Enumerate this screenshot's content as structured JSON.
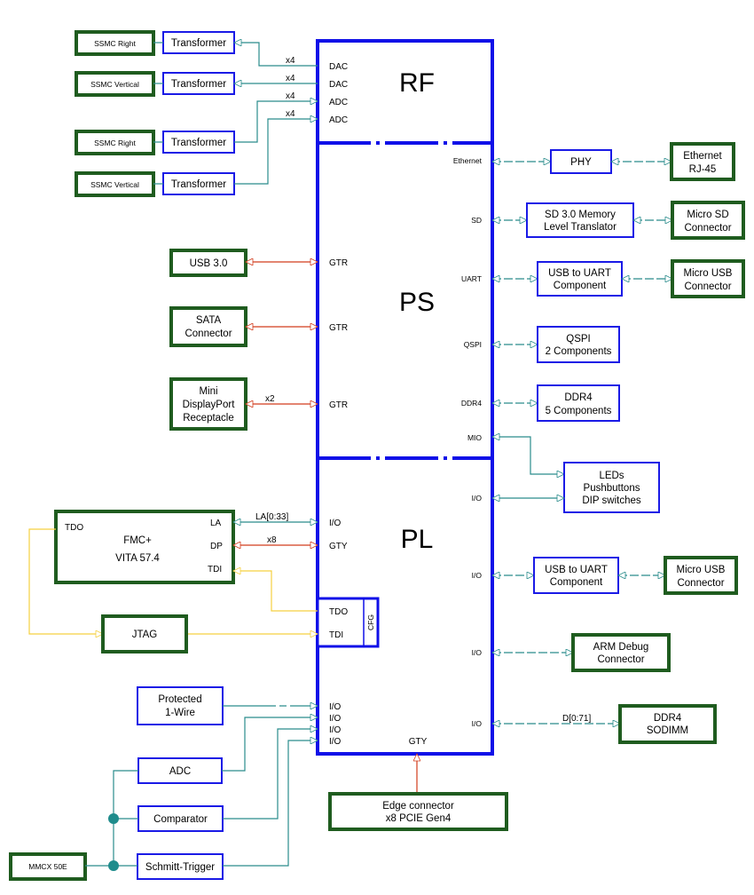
{
  "blocks": {
    "rf": "RF",
    "ps": "PS",
    "pl": "PL",
    "cfg": "CFG"
  },
  "rf_ports": [
    "DAC",
    "DAC",
    "ADC",
    "ADC"
  ],
  "rf_bus": [
    "x4",
    "x4",
    "x4",
    "x4"
  ],
  "rf_left": [
    {
      "conn": "SSMC Right",
      "xf": "Transformer"
    },
    {
      "conn": "SSMC Vertical",
      "xf": "Transformer"
    },
    {
      "conn": "SSMC Right",
      "xf": "Transformer"
    },
    {
      "conn": "SSMC Vertical",
      "xf": "Transformer"
    }
  ],
  "ps_left": [
    {
      "label1": "USB 3.0",
      "label2": "",
      "label3": "",
      "port": "GTR",
      "bus": ""
    },
    {
      "label1": "SATA",
      "label2": "Connector",
      "label3": "",
      "port": "GTR",
      "bus": ""
    },
    {
      "label1": "Mini",
      "label2": "DisplayPort",
      "label3": "Receptacle",
      "port": "GTR",
      "bus": "x2"
    }
  ],
  "ps_right": {
    "ethernet": {
      "port": "Ethernet",
      "phy": "PHY",
      "conn1": "Ethernet",
      "conn2": "RJ-45"
    },
    "sd": {
      "port": "SD",
      "mid1": "SD 3.0 Memory",
      "mid2": "Level Translator",
      "conn1": "Micro SD",
      "conn2": "Connector"
    },
    "uart": {
      "port": "UART",
      "mid1": "USB to UART",
      "mid2": "Component",
      "conn1": "Micro USB",
      "conn2": "Connector"
    },
    "qspi": {
      "port": "QSPI",
      "mid1": "QSPI",
      "mid2": "2 Components"
    },
    "ddr4": {
      "port": "DDR4",
      "mid1": "DDR4",
      "mid2": "5 Components"
    },
    "mio": {
      "port": "MIO"
    }
  },
  "pl_right": {
    "leds": {
      "port": "I/O",
      "l1": "LEDs",
      "l2": "Pushbuttons",
      "l3": "DIP switches"
    },
    "uart": {
      "port": "I/O",
      "mid1": "USB to UART",
      "mid2": "Component",
      "conn1": "Micro USB",
      "conn2": "Connector"
    },
    "arm": {
      "port": "I/O",
      "l1": "ARM Debug",
      "l2": "Connector"
    },
    "sodimm": {
      "port": "I/O",
      "bus": "D[0:71]",
      "l1": "DDR4",
      "l2": "SODIMM"
    }
  },
  "fmc": {
    "title1": "FMC+",
    "title2": "VITA 57.4",
    "pin_la": "LA",
    "pin_dp": "DP",
    "pin_tdi": "TDI",
    "pin_tdo": "TDO",
    "bus_la": "LA[0:33]",
    "bus_dp": "x8",
    "port_la": "I/O",
    "port_dp": "GTY"
  },
  "jtag": {
    "label": "JTAG",
    "tdo": "TDO",
    "tdi": "TDI"
  },
  "pl_left_io": [
    "I/O",
    "I/O",
    "I/O",
    "I/O"
  ],
  "pl_left_boxes": {
    "onewire1": "Protected",
    "onewire2": "1-Wire",
    "adc": "ADC",
    "comparator": "Comparator",
    "schmitt": "Schmitt-Trigger",
    "mmcx": "MMCX 50E"
  },
  "gty_bottom": "GTY",
  "edge": {
    "l1": "Edge connector",
    "l2": "x8 PCIE Gen4"
  },
  "colors": {
    "core_blue": "#1010e8",
    "green_box": "#1f5c1f",
    "teal_link": "#2a8c8c",
    "red_link": "#d23c1c",
    "yellow_link": "#f5d040"
  }
}
